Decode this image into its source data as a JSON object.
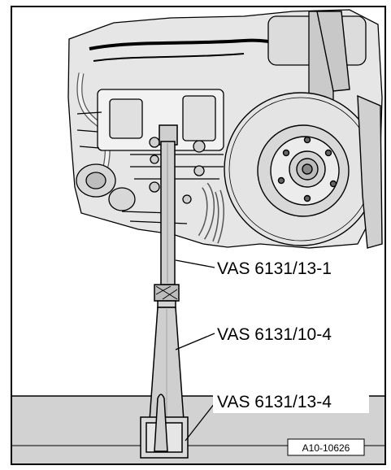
{
  "callouts": [
    {
      "label": "VAS 6131/13-1"
    },
    {
      "label": "VAS 6131/10-4"
    },
    {
      "label": "VAS 6131/13-4"
    }
  ],
  "figure_ref": "A10-10626",
  "colors": {
    "outline": "#000000",
    "background": "#ffffff",
    "floor": "#d2d2d2",
    "component": "#cfcfcf"
  }
}
